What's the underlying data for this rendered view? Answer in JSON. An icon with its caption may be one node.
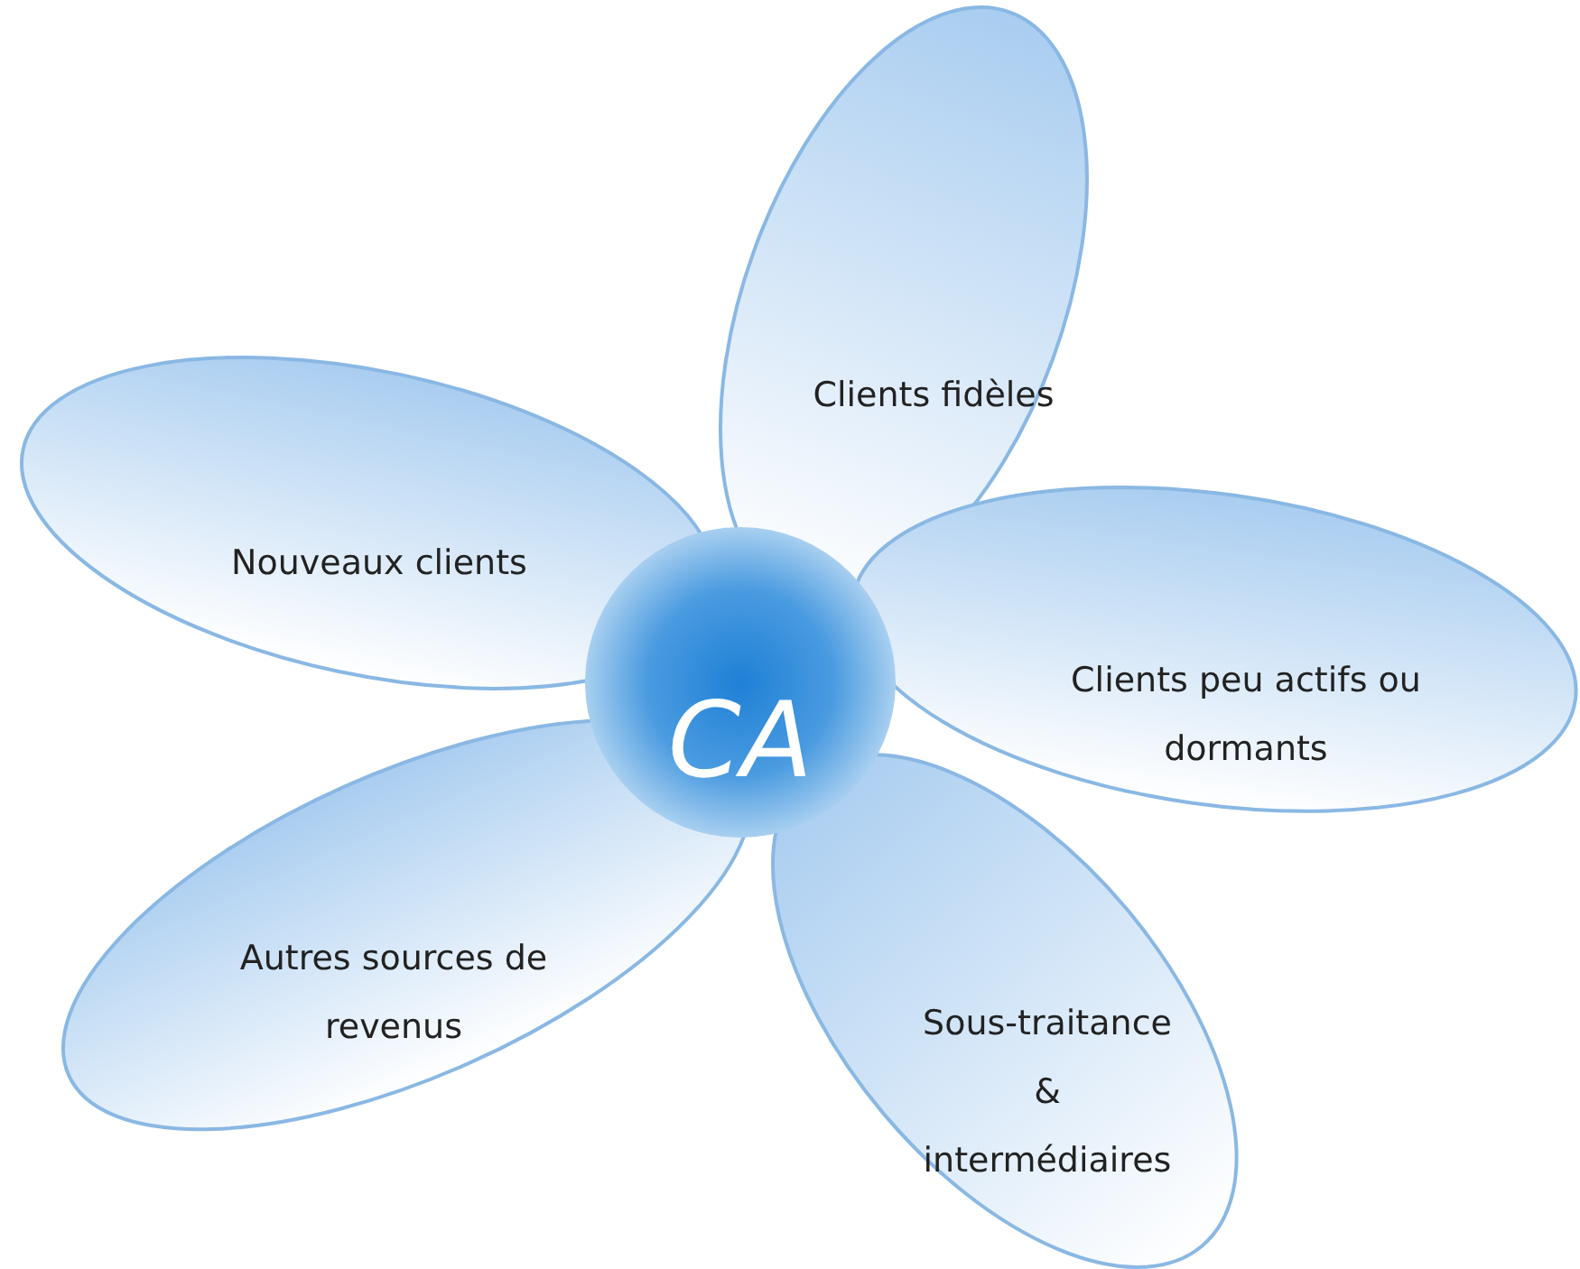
{
  "diagram": {
    "nodes": [
      {
        "text": [
          "Clients fidèles"
        ]
      },
      {
        "text": [
          "Nouveaux clients"
        ]
      },
      {
        "text": [
          "CA"
        ]
      },
      {
        "text": [
          "Clients peu actifs ou dormants"
        ]
      },
      {
        "text": [
          "Autres sources de revenus"
        ]
      },
      {
        "text": [
          "Sous-traitance & intermédiaires"
        ]
      }
    ]
  }
}
